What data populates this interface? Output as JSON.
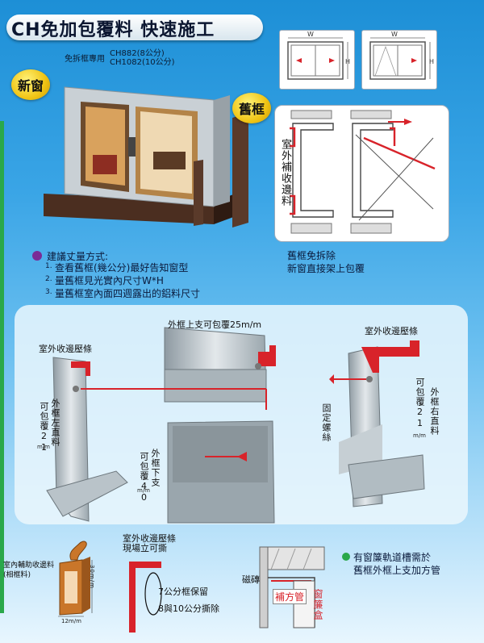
{
  "header": {
    "title": "CH免加包覆料 快速施工",
    "spec_label": "免拆框專用",
    "spec_lines": [
      "CH882(8公分)",
      "CH1082(10公分)"
    ]
  },
  "badges": {
    "new_window": "新窗",
    "old_frame": "舊框"
  },
  "dimension_labels": {
    "width": "W",
    "height": "H"
  },
  "cross_section_label": "室外補收邊料",
  "measurement": {
    "heading": "建議丈量方式:",
    "steps": [
      {
        "num": "1.",
        "text": "查看舊框(幾公分)最好告知窗型"
      },
      {
        "num": "2.",
        "text": "量舊框見光實內尺寸W*H"
      },
      {
        "num": "3.",
        "text": "量舊框室內面四週露出的鋁料尺寸"
      }
    ]
  },
  "old_frame_note": [
    "舊框免拆除",
    "新窗直接架上包覆"
  ],
  "profile_labels": {
    "top": "外框上支可包覆25m/m",
    "left_strip": "室外收邊壓條",
    "right_strip": "室外收邊壓條",
    "left_cover": "可包覆21",
    "left_cover_side": "外框左直料",
    "right_cover": "可包覆21",
    "right_cover_side": "外框右直料",
    "bottom_cover": "可包覆40",
    "bottom_cover_side": "外框下支",
    "unit": "m/m",
    "screw": "固定螺絲"
  },
  "bottom": {
    "aux_strip": "室內輔助收邊料",
    "aux_strip_sub": "(相框料)",
    "dim_width": "12m/m",
    "dim_height": "30m/m",
    "strip_note": [
      "室外收邊壓條",
      "現場立可撕"
    ],
    "keep_note": "7公分框保留",
    "tear_note": "8與10公分撕除",
    "brick": "磁磚",
    "pipe": "補方管",
    "curtain_box": "窗簾盒",
    "curtain_note": [
      "有窗簾軌道槽需於",
      "舊框外框上支加方管"
    ]
  },
  "colors": {
    "accent_red": "#d8232a",
    "badge_yellow": "#f3cc1c",
    "aluminum": "#b6c1c8",
    "frame_brown": "#5a3a2a"
  }
}
